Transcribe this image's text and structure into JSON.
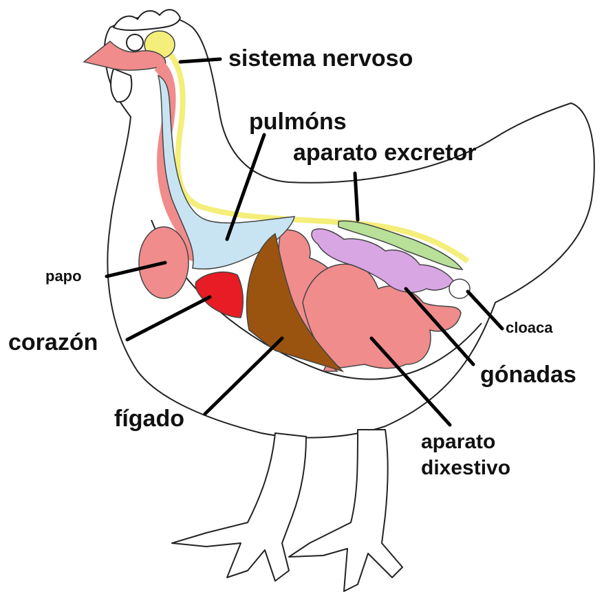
{
  "labels": {
    "nervous": "sistema nervoso",
    "lungs": "pulmóns",
    "excretory": "aparato excretor",
    "crop": "papo",
    "heart": "corazón",
    "cloaca": "cloaca",
    "gonads": "gónadas",
    "liver": "fígado",
    "digestive_line1": "aparato",
    "digestive_line2": "dixestivo"
  },
  "colors": {
    "outline": "#222222",
    "nervous": "#f4ee7a",
    "lungs": "#c8e4f2",
    "digestive": "#f08c8c",
    "heart": "#e81c24",
    "liver": "#9a5410",
    "gonads": "#d9a6e4",
    "excretory": "#b8e098",
    "leader_line": "#000000"
  }
}
